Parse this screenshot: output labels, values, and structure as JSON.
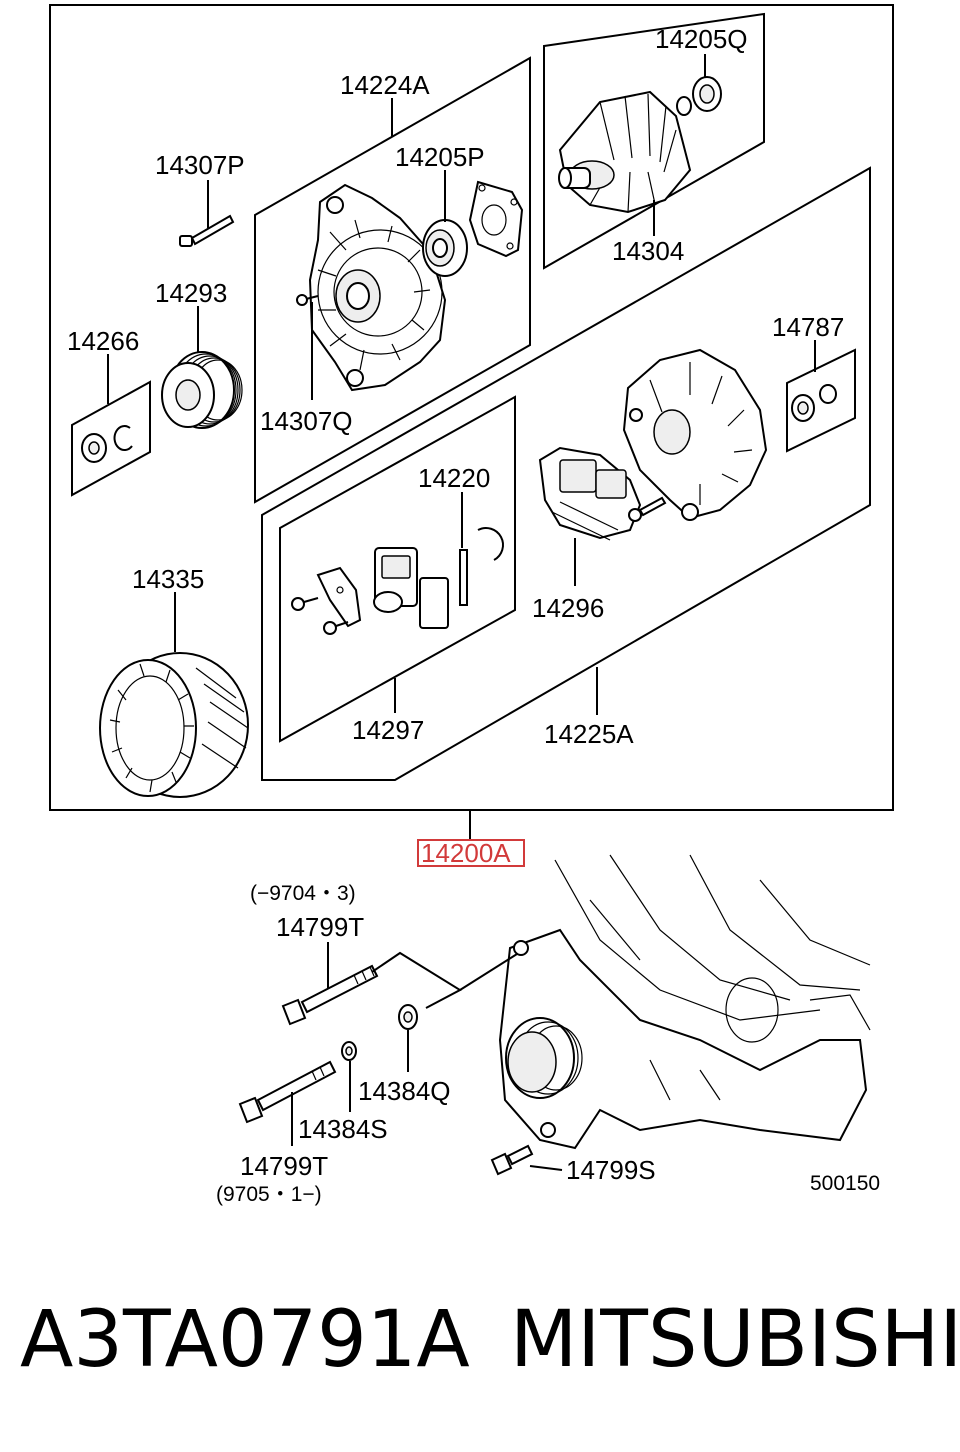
{
  "labels": {
    "p14205Q": "14205Q",
    "p14224A": "14224A",
    "p14205P": "14205P",
    "p14307P": "14307P",
    "p14293": "14293",
    "p14266": "14266",
    "p14307Q": "14307Q",
    "p14304": "14304",
    "p14787": "14787",
    "p14220": "14220",
    "p14296": "14296",
    "p14335": "14335",
    "p14297": "14297",
    "p14225A": "14225A",
    "p14200A": "14200A",
    "date_to": "(−9704・3)",
    "p14799T_upper": "14799T",
    "p14384Q": "14384Q",
    "p14384S": "14384S",
    "p14799T_lower": "14799T",
    "date_from": "(9705・1−)",
    "p14799S": "14799S",
    "diagram_code": "500150"
  },
  "footer": {
    "part_number": "A3TA0791A",
    "brand": "MITSUBISHI"
  },
  "colors": {
    "highlight": "#d23a3a",
    "line": "#000000"
  }
}
